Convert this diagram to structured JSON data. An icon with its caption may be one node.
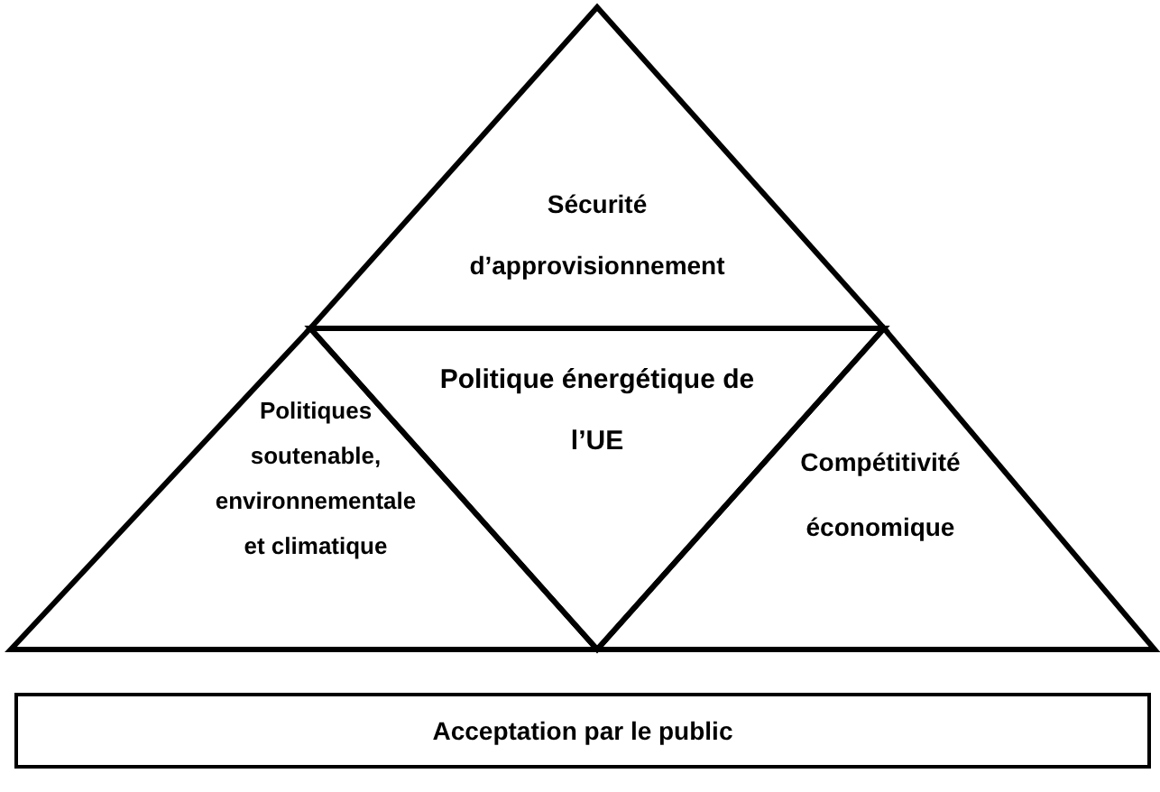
{
  "diagram": {
    "nodes": [
      {
        "text": [
          "Sécurité d’approvisionnement"
        ]
      },
      {
        "text": [
          "Politique énergétique de l’UE"
        ]
      },
      {
        "text": [
          "Politiques soutenable, environnementale et climatique"
        ]
      },
      {
        "text": [
          "Compétitivité économique"
        ]
      },
      {
        "text": [
          "Acceptation par le public"
        ]
      }
    ]
  }
}
